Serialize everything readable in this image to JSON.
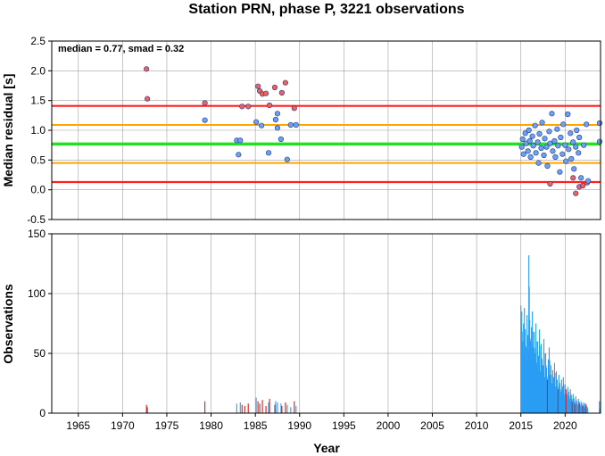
{
  "title": "Station PRN, phase P, 3221 observations",
  "colors": {
    "red_line": "#ff2020",
    "orange_line": "#ffa500",
    "green_line": "#22e022",
    "point_blue": "#6fa0f0",
    "point_red": "#f06060",
    "bar_blue": "#2a9df4",
    "bar_red": "#d02020",
    "grid": "#a0a0a0"
  },
  "chart_data": [
    {
      "type": "scatter",
      "ylabel": "Median residual [s]",
      "xlim": [
        1962,
        2024
      ],
      "ylim": [
        -0.5,
        2.5
      ],
      "yticks": [
        "2.5",
        "2.0",
        "1.5",
        "1.0",
        "0.5",
        "0.0",
        "-0.5"
      ],
      "annotation": "median = 0.77, smad = 0.32",
      "grid": true,
      "hlines": [
        {
          "y": 1.41,
          "color": "red"
        },
        {
          "y": 1.09,
          "color": "orange"
        },
        {
          "y": 0.77,
          "color": "green"
        },
        {
          "y": 0.45,
          "color": "orange"
        },
        {
          "y": 0.13,
          "color": "red"
        }
      ],
      "series": [
        {
          "color": "red",
          "points": [
            [
              1972.7,
              2.03
            ],
            [
              1972.8,
              1.53
            ],
            [
              1979.3,
              1.46
            ],
            [
              1983.5,
              1.4
            ],
            [
              1984.2,
              1.4
            ],
            [
              1985.3,
              1.74
            ],
            [
              1985.5,
              1.66
            ],
            [
              1985.8,
              1.61
            ],
            [
              1986.2,
              1.62
            ],
            [
              1986.6,
              1.42
            ],
            [
              1987.2,
              1.72
            ],
            [
              1988.0,
              1.63
            ],
            [
              1988.4,
              1.8
            ],
            [
              1989.4,
              1.37
            ],
            [
              2018.3,
              0.1
            ],
            [
              2020.9,
              0.2
            ],
            [
              2021.2,
              -0.06
            ],
            [
              2021.6,
              0.05
            ],
            [
              2022.0,
              0.07
            ],
            [
              2022.5,
              0.12
            ]
          ]
        },
        {
          "color": "blue",
          "points": [
            [
              1979.3,
              1.17
            ],
            [
              1982.9,
              0.83
            ],
            [
              1983.3,
              0.83
            ],
            [
              1983.1,
              0.59
            ],
            [
              1985.1,
              1.14
            ],
            [
              1985.7,
              1.08
            ],
            [
              1986.5,
              0.62
            ],
            [
              1987.3,
              1.18
            ],
            [
              1987.5,
              1.28
            ],
            [
              1987.5,
              1.04
            ],
            [
              1987.9,
              0.85
            ],
            [
              1988.6,
              0.51
            ],
            [
              1989.0,
              1.09
            ],
            [
              1989.6,
              1.09
            ],
            [
              2015.1,
              0.72
            ],
            [
              2015.2,
              0.85
            ],
            [
              2015.3,
              0.6
            ],
            [
              2015.5,
              0.95
            ],
            [
              2015.6,
              0.78
            ],
            [
              2015.8,
              0.65
            ],
            [
              2015.9,
              1.0
            ],
            [
              2016.0,
              0.82
            ],
            [
              2016.1,
              0.55
            ],
            [
              2016.3,
              0.9
            ],
            [
              2016.4,
              0.74
            ],
            [
              2016.6,
              1.08
            ],
            [
              2016.7,
              0.62
            ],
            [
              2016.9,
              0.8
            ],
            [
              2017.0,
              0.45
            ],
            [
              2017.1,
              0.94
            ],
            [
              2017.3,
              0.7
            ],
            [
              2017.4,
              1.13
            ],
            [
              2017.6,
              0.58
            ],
            [
              2017.7,
              0.86
            ],
            [
              2017.9,
              0.72
            ],
            [
              2018.0,
              0.4
            ],
            [
              2018.2,
              0.98
            ],
            [
              2018.3,
              0.78
            ],
            [
              2018.5,
              1.28
            ],
            [
              2018.6,
              0.65
            ],
            [
              2018.8,
              0.82
            ],
            [
              2018.9,
              0.55
            ],
            [
              2019.1,
              1.02
            ],
            [
              2019.2,
              0.74
            ],
            [
              2019.4,
              0.3
            ],
            [
              2019.5,
              0.88
            ],
            [
              2019.7,
              0.6
            ],
            [
              2019.8,
              1.1
            ],
            [
              2020.0,
              0.75
            ],
            [
              2020.1,
              0.48
            ],
            [
              2020.3,
              1.27
            ],
            [
              2020.4,
              0.68
            ],
            [
              2020.6,
              0.95
            ],
            [
              2020.7,
              0.52
            ],
            [
              2020.9,
              0.8
            ],
            [
              2021.0,
              0.35
            ],
            [
              2021.2,
              0.72
            ],
            [
              2021.3,
              1.0
            ],
            [
              2021.5,
              0.62
            ],
            [
              2021.6,
              0.88
            ],
            [
              2021.8,
              0.2
            ],
            [
              2022.1,
              0.75
            ],
            [
              2022.4,
              1.1
            ],
            [
              2022.6,
              0.15
            ],
            [
              2023.9,
              1.12
            ],
            [
              2024.0,
              0.81
            ]
          ]
        }
      ]
    },
    {
      "type": "bar",
      "xlabel": "Year",
      "ylabel": "Observations",
      "xlim": [
        1962,
        2024
      ],
      "ylim": [
        0,
        150
      ],
      "yticks": [
        "150",
        "100",
        "50",
        "0"
      ],
      "xticks": [
        "1965",
        "1970",
        "1975",
        "1980",
        "1985",
        "1990",
        "1995",
        "2000",
        "2005",
        "2010",
        "2015",
        "2020"
      ],
      "grid": true,
      "bars_early": [
        [
          1972.7,
          7,
          "red"
        ],
        [
          1972.8,
          5,
          "red"
        ],
        [
          1979.3,
          10,
          "red"
        ],
        [
          1982.9,
          8,
          "blue"
        ],
        [
          1983.3,
          9,
          "blue"
        ],
        [
          1983.5,
          7,
          "red"
        ],
        [
          1983.8,
          6,
          "red"
        ],
        [
          1984.2,
          8,
          "red"
        ],
        [
          1985.1,
          13,
          "blue"
        ],
        [
          1985.3,
          10,
          "red"
        ],
        [
          1985.5,
          8,
          "red"
        ],
        [
          1985.8,
          11,
          "red"
        ],
        [
          1986.2,
          6,
          "red"
        ],
        [
          1986.5,
          9,
          "blue"
        ],
        [
          1986.6,
          12,
          "red"
        ],
        [
          1987.2,
          7,
          "red"
        ],
        [
          1987.3,
          10,
          "blue"
        ],
        [
          1987.5,
          9,
          "blue"
        ],
        [
          1987.9,
          8,
          "blue"
        ],
        [
          1988.0,
          6,
          "red"
        ],
        [
          1988.4,
          9,
          "red"
        ],
        [
          1988.6,
          7,
          "blue"
        ],
        [
          1989.0,
          5,
          "blue"
        ],
        [
          1989.4,
          10,
          "red"
        ],
        [
          1989.6,
          6,
          "blue"
        ]
      ],
      "bars_modern": {
        "x_start": 2015.0,
        "x_step": 0.1,
        "values": [
          90,
          85,
          60,
          75,
          88,
          70,
          55,
          82,
          65,
          132,
          78,
          60,
          72,
          85,
          55,
          68,
          50,
          75,
          42,
          60,
          48,
          70,
          35,
          58,
          45,
          40,
          62,
          30,
          50,
          38,
          28,
          45,
          55,
          32,
          40,
          25,
          36,
          30,
          42,
          22,
          35,
          28,
          20,
          32,
          25,
          18,
          28,
          22,
          30,
          16,
          24,
          20,
          14,
          22,
          18,
          12,
          20,
          15,
          10,
          16,
          12,
          8,
          14,
          10,
          7,
          12,
          9,
          6,
          10,
          8,
          6,
          9,
          5,
          8,
          7,
          5
        ],
        "red_indices": [
          30,
          42,
          51,
          58,
          61,
          66,
          70,
          73
        ]
      },
      "bars_end": [
        [
          2023.9,
          10,
          "blue"
        ],
        [
          2024.0,
          4,
          "blue"
        ]
      ]
    }
  ]
}
